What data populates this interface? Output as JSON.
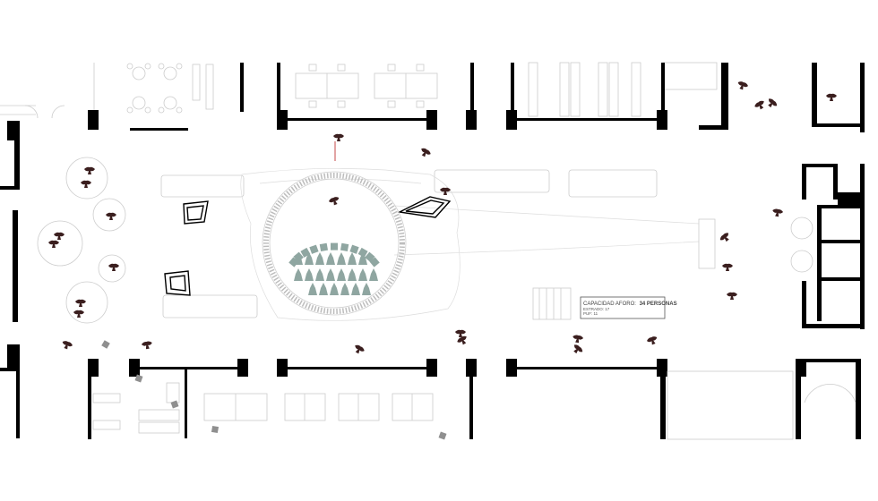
{
  "capacity_label": {
    "title_prefix": "CAPACIDAD AFORO:",
    "title_value": "34 PERSONAS",
    "line1": "ESTRADO: 17",
    "line2": "PUF: 11"
  },
  "colors": {
    "wall": "#000000",
    "people": "#3b1f1f",
    "seats": "#8fa6a1",
    "faint_lines": "#cccccc"
  },
  "icons": [
    "person-figure-icon",
    "chair-icon",
    "table-icon"
  ]
}
